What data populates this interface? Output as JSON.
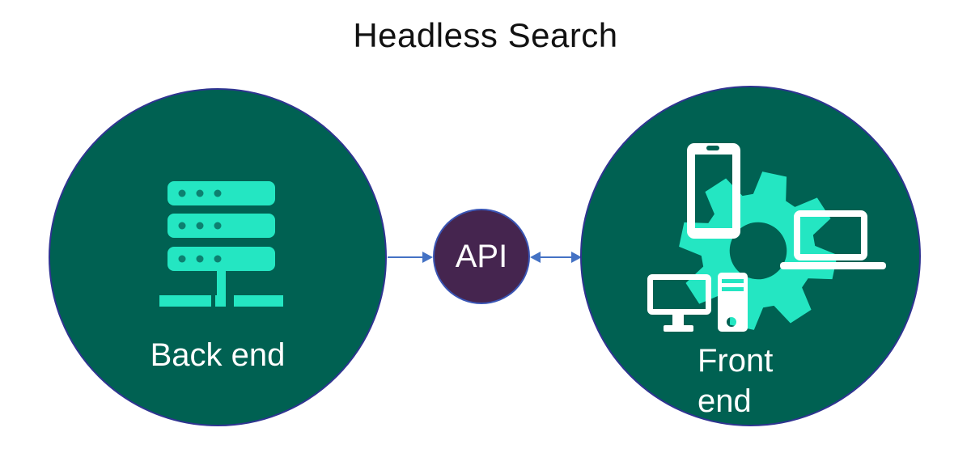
{
  "title": "Headless Search",
  "nodes": {
    "backend": {
      "label": "Back end",
      "icon": "server-icon"
    },
    "api": {
      "label": "API"
    },
    "frontend": {
      "label_lines": [
        "Front",
        "end"
      ],
      "icons": [
        "gear-icon",
        "smartphone-icon",
        "laptop-icon",
        "desktop-monitor-icon",
        "tower-pc-icon"
      ]
    }
  },
  "connections": [
    {
      "from": "Back end",
      "to": "API",
      "arrow": "one-way"
    },
    {
      "from": "API",
      "to": "Front end",
      "arrow": "two-way"
    }
  ],
  "colors": {
    "background": "#FFFFFF",
    "node_green": "#006152",
    "node_border_navy": "#2F3491",
    "accent_teal": "#24E6C2",
    "api_purple": "#45254F",
    "api_border_blue": "#3A55B4",
    "arrow_blue": "#4472C4",
    "title_text": "#111111",
    "icon_white": "#FFFFFF",
    "server_dot_green": "#0D8070"
  }
}
